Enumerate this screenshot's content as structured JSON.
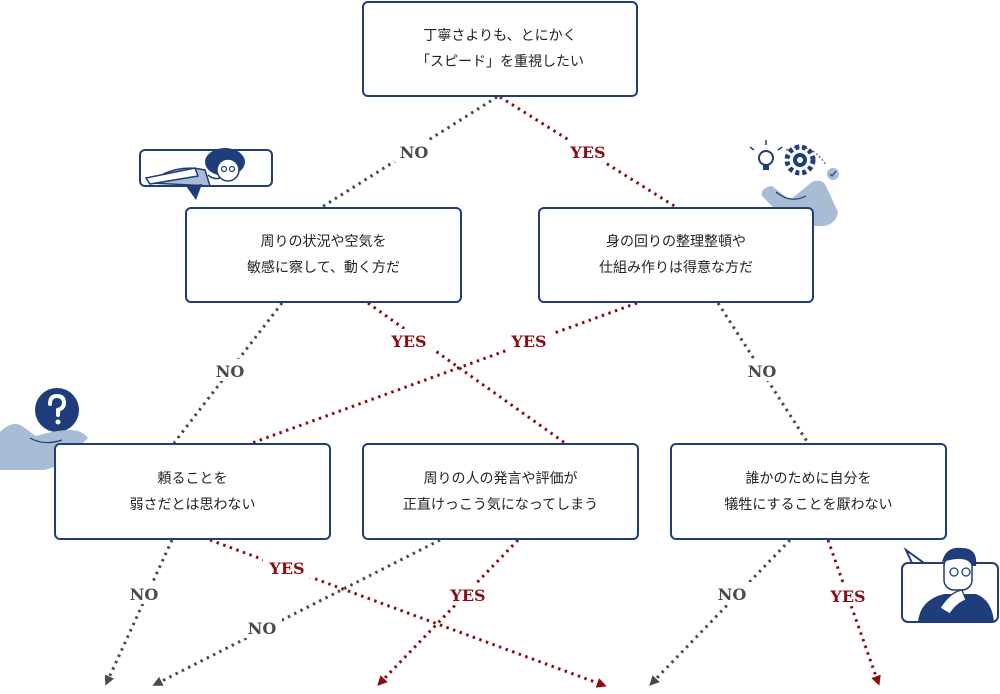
{
  "nodes": {
    "root": {
      "line1": "丁寧さよりも、とにかく",
      "line2": "「スピード」を重視したい"
    },
    "left": {
      "line1": "周りの状況や空気を",
      "line2": "敏感に察して、動く方だ"
    },
    "right": {
      "line1": "身の回りの整理整頓や",
      "line2": "仕組み作りは得意な方だ"
    },
    "b1": {
      "line1": "頼ることを",
      "line2": "弱さだとは思わない"
    },
    "b2": {
      "line1": "周りの人の発言や評価が",
      "line2": "正直けっこう気になってしまう"
    },
    "b3": {
      "line1": "誰かのために自分を",
      "line2": "犠牲にすることを厭わない"
    }
  },
  "labels": {
    "no": "NO",
    "yes": "YES"
  },
  "colors": {
    "border": "#1f3d7a",
    "yes": "#8b0c12",
    "no": "#4a4a4a",
    "illustration": "#1f3d7a",
    "illustration_light": "#a9bcd6"
  },
  "icons": [
    "pointing-person-icon",
    "idea-gear-hand-icon",
    "question-hand-icon",
    "thinking-man-icon"
  ]
}
